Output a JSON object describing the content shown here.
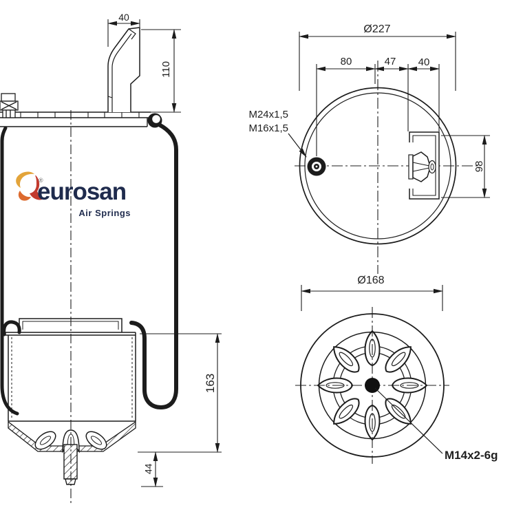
{
  "logo": {
    "name": "eurosan",
    "tagline": "Air Springs",
    "registered": "®"
  },
  "side_view": {
    "dim_top_bracket_width": "40",
    "dim_bracket_height": "110",
    "dim_piston_height": "163",
    "dim_stud_length": "44"
  },
  "top_view": {
    "dim_diameter": "Ø227",
    "dim_offset_left": "80",
    "dim_offset_mid": "47",
    "dim_offset_right": "40",
    "dim_bracket_span": "98",
    "port_thread_outer": "M24x1,5",
    "port_thread_inner": "M16x1,5"
  },
  "bottom_view": {
    "dim_diameter": "Ø168",
    "stud_thread": "M14x2-6g"
  },
  "colors": {
    "line": "#1c1c1c",
    "logo_navy": "#1f2b4d",
    "logo_gold": "#e3a43a",
    "logo_orange": "#dd6a2e",
    "logo_red": "#c23a2e"
  }
}
